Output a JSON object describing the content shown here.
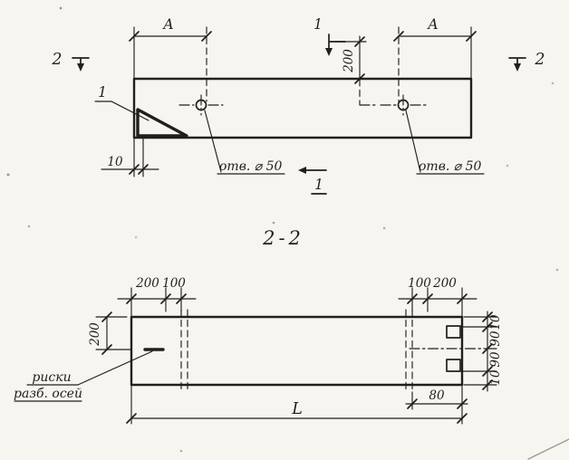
{
  "colors": {
    "paper": "#f7f5f0",
    "ink": "#221f1b"
  },
  "title": "2-2",
  "plan_view": {
    "dim_a_left": "А",
    "dim_a_right": "А",
    "dim_200": "200",
    "dim_10": "10",
    "section_1_top": "1",
    "section_1_bottom": "1",
    "section_2_left": "2",
    "section_2_right": "2",
    "detail_callout": "1",
    "hole_label_left": "отв. ⌀ 50",
    "hole_label_right": "отв. ⌀ 50"
  },
  "section_view": {
    "top_left_dims": [
      "200",
      "100"
    ],
    "top_right_dims": [
      "100",
      "200"
    ],
    "height_dim": "200",
    "right_dims": [
      "10",
      "90",
      "90",
      "10"
    ],
    "dim_80": "80",
    "length_label": "L",
    "axis_note_line1": "риски",
    "axis_note_line2": "разб. осей"
  }
}
